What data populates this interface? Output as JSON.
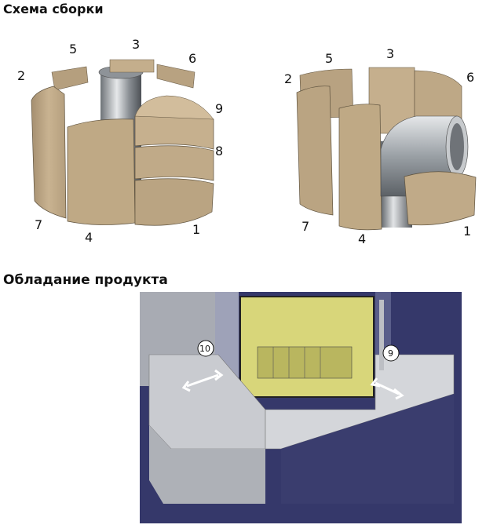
{
  "headings": {
    "assembly": "Схема сборки",
    "product": "Обладание продукта"
  },
  "left_diagram": {
    "labels": [
      "2",
      "5",
      "3",
      "6",
      "9",
      "8",
      "7",
      "4",
      "1"
    ]
  },
  "right_diagram": {
    "labels": [
      "2",
      "5",
      "3",
      "6",
      "7",
      "4",
      "1"
    ]
  },
  "product_diagram": {
    "badges": [
      "10",
      "9"
    ]
  },
  "colors": {
    "stone": "#c8b190",
    "stone_dark": "#9e8a6c",
    "steel": "#b9bcc0",
    "stove_blue": "#3a3d6e",
    "glass": "#d9d87a",
    "plinth": "#c9cbd0"
  }
}
